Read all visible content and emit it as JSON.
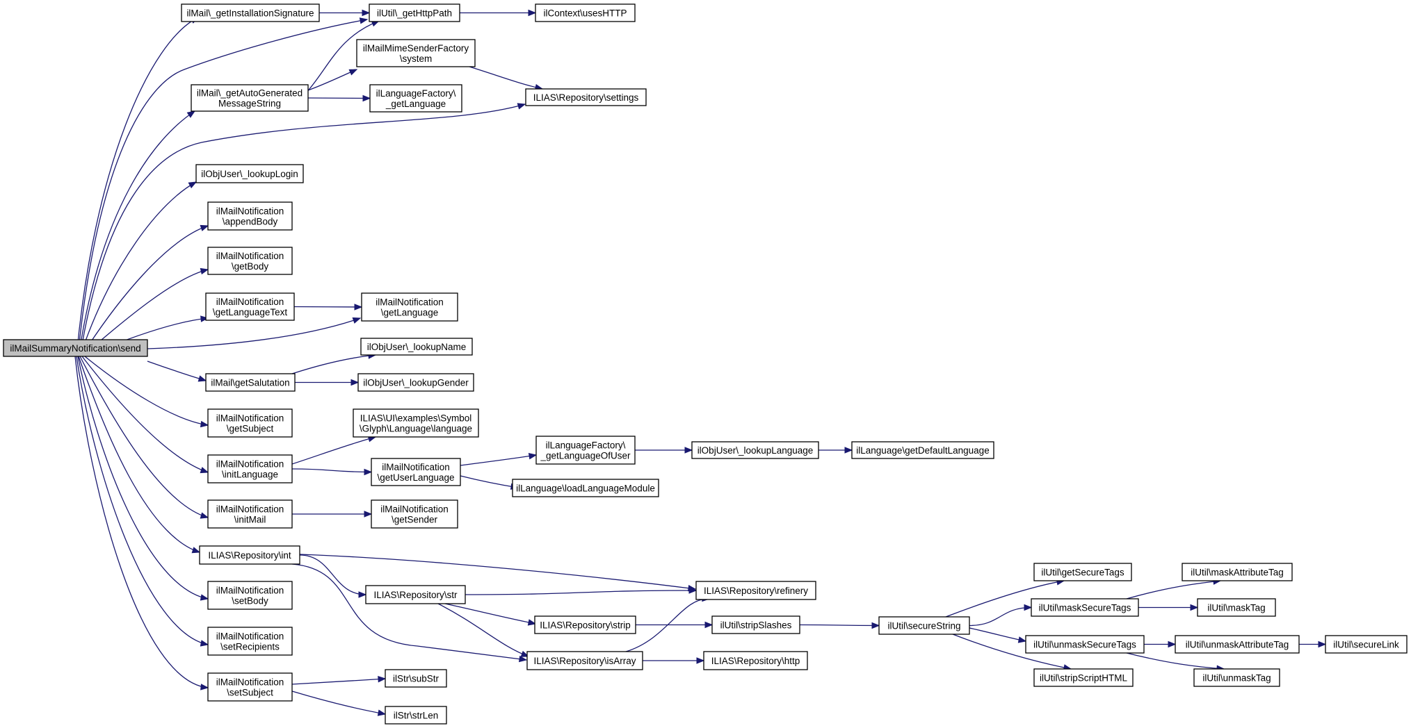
{
  "nodes": [
    {
      "id": "root",
      "lines": [
        "ilMailSummaryNotification\\send"
      ],
      "root": true
    },
    {
      "id": "installSig",
      "lines": [
        "ilMail\\_getInstallationSignature"
      ]
    },
    {
      "id": "getHttpPath",
      "lines": [
        "ilUtil\\_getHttpPath"
      ]
    },
    {
      "id": "usesHTTP",
      "lines": [
        "ilContext\\usesHTTP"
      ]
    },
    {
      "id": "mimeSystem",
      "lines": [
        "ilMailMimeSenderFactory",
        "\\system"
      ]
    },
    {
      "id": "autoGen",
      "lines": [
        "ilMail\\_getAutoGenerated",
        "MessageString"
      ]
    },
    {
      "id": "langFactGet",
      "lines": [
        "ilLanguageFactory\\",
        "_getLanguage"
      ]
    },
    {
      "id": "repoSettings",
      "lines": [
        "ILIAS\\Repository\\settings"
      ]
    },
    {
      "id": "lookupLogin",
      "lines": [
        "ilObjUser\\_lookupLogin"
      ]
    },
    {
      "id": "appendBody",
      "lines": [
        "ilMailNotification",
        "\\appendBody"
      ]
    },
    {
      "id": "getBody",
      "lines": [
        "ilMailNotification",
        "\\getBody"
      ]
    },
    {
      "id": "getLangText",
      "lines": [
        "ilMailNotification",
        "\\getLanguageText"
      ]
    },
    {
      "id": "getLanguage",
      "lines": [
        "ilMailNotification",
        "\\getLanguage"
      ]
    },
    {
      "id": "lookupName",
      "lines": [
        "ilObjUser\\_lookupName"
      ]
    },
    {
      "id": "getSalutation",
      "lines": [
        "ilMail\\getSalutation"
      ]
    },
    {
      "id": "lookupGender",
      "lines": [
        "ilObjUser\\_lookupGender"
      ]
    },
    {
      "id": "getSubject",
      "lines": [
        "ilMailNotification",
        "\\getSubject"
      ]
    },
    {
      "id": "glyphLanguage",
      "lines": [
        "ILIAS\\UI\\examples\\Symbol",
        "\\Glyph\\Language\\language"
      ]
    },
    {
      "id": "langOfUser",
      "lines": [
        "ilLanguageFactory\\",
        "_getLanguageOfUser"
      ]
    },
    {
      "id": "lookupLanguage",
      "lines": [
        "ilObjUser\\_lookupLanguage"
      ]
    },
    {
      "id": "defaultLanguage",
      "lines": [
        "ilLanguage\\getDefaultLanguage"
      ]
    },
    {
      "id": "initLanguage",
      "lines": [
        "ilMailNotification",
        "\\initLanguage"
      ]
    },
    {
      "id": "getUserLanguage",
      "lines": [
        "ilMailNotification",
        "\\getUserLanguage"
      ]
    },
    {
      "id": "loadLangModule",
      "lines": [
        "ilLanguage\\loadLanguageModule"
      ]
    },
    {
      "id": "initMail",
      "lines": [
        "ilMailNotification",
        "\\initMail"
      ]
    },
    {
      "id": "getSender",
      "lines": [
        "ilMailNotification",
        "\\getSender"
      ]
    },
    {
      "id": "repoInt",
      "lines": [
        "ILIAS\\Repository\\int"
      ]
    },
    {
      "id": "getSecureTags",
      "lines": [
        "ilUtil\\getSecureTags"
      ]
    },
    {
      "id": "maskAttributeTag",
      "lines": [
        "ilUtil\\maskAttributeTag"
      ]
    },
    {
      "id": "setBody",
      "lines": [
        "ilMailNotification",
        "\\setBody"
      ]
    },
    {
      "id": "repoStr",
      "lines": [
        "ILIAS\\Repository\\str"
      ]
    },
    {
      "id": "repoRefinery",
      "lines": [
        "ILIAS\\Repository\\refinery"
      ]
    },
    {
      "id": "maskSecureTags",
      "lines": [
        "ilUtil\\maskSecureTags"
      ]
    },
    {
      "id": "maskTag",
      "lines": [
        "ilUtil\\maskTag"
      ]
    },
    {
      "id": "repoStrip",
      "lines": [
        "ILIAS\\Repository\\strip"
      ]
    },
    {
      "id": "stripSlashes",
      "lines": [
        "ilUtil\\stripSlashes"
      ]
    },
    {
      "id": "secureString",
      "lines": [
        "ilUtil\\secureString"
      ]
    },
    {
      "id": "setRecipients",
      "lines": [
        "ilMailNotification",
        "\\setRecipients"
      ]
    },
    {
      "id": "unmaskSecureTags",
      "lines": [
        "ilUtil\\unmaskSecureTags"
      ]
    },
    {
      "id": "unmaskAttributeTag",
      "lines": [
        "ilUtil\\unmaskAttributeTag"
      ]
    },
    {
      "id": "secureLink",
      "lines": [
        "ilUtil\\secureLink"
      ]
    },
    {
      "id": "repoIsArray",
      "lines": [
        "ILIAS\\Repository\\isArray"
      ]
    },
    {
      "id": "repoHttp",
      "lines": [
        "ILIAS\\Repository\\http"
      ]
    },
    {
      "id": "stripScriptHTML",
      "lines": [
        "ilUtil\\stripScriptHTML"
      ]
    },
    {
      "id": "unmaskTag",
      "lines": [
        "ilUtil\\unmaskTag"
      ]
    },
    {
      "id": "setSubject",
      "lines": [
        "ilMailNotification",
        "\\setSubject"
      ]
    },
    {
      "id": "subStr",
      "lines": [
        "ilStr\\subStr"
      ]
    },
    {
      "id": "strLen",
      "lines": [
        "ilStr\\strLen"
      ]
    }
  ],
  "edges": [
    [
      "root",
      "installSig"
    ],
    [
      "root",
      "getHttpPath"
    ],
    [
      "root",
      "autoGen"
    ],
    [
      "root",
      "repoSettings"
    ],
    [
      "root",
      "lookupLogin"
    ],
    [
      "root",
      "appendBody"
    ],
    [
      "root",
      "getBody"
    ],
    [
      "root",
      "getLangText"
    ],
    [
      "root",
      "getLanguage"
    ],
    [
      "root",
      "getSalutation"
    ],
    [
      "root",
      "getSubject"
    ],
    [
      "root",
      "initLanguage"
    ],
    [
      "root",
      "initMail"
    ],
    [
      "root",
      "repoInt"
    ],
    [
      "root",
      "setBody"
    ],
    [
      "root",
      "setRecipients"
    ],
    [
      "root",
      "setSubject"
    ],
    [
      "installSig",
      "getHttpPath"
    ],
    [
      "getHttpPath",
      "usesHTTP"
    ],
    [
      "autoGen",
      "getHttpPath"
    ],
    [
      "autoGen",
      "mimeSystem"
    ],
    [
      "autoGen",
      "langFactGet"
    ],
    [
      "mimeSystem",
      "repoSettings"
    ],
    [
      "getLangText",
      "getLanguage"
    ],
    [
      "getSalutation",
      "lookupName"
    ],
    [
      "getSalutation",
      "lookupGender"
    ],
    [
      "initLanguage",
      "glyphLanguage"
    ],
    [
      "initLanguage",
      "getUserLanguage"
    ],
    [
      "getUserLanguage",
      "langOfUser"
    ],
    [
      "getUserLanguage",
      "loadLangModule"
    ],
    [
      "langOfUser",
      "lookupLanguage"
    ],
    [
      "lookupLanguage",
      "defaultLanguage"
    ],
    [
      "initMail",
      "getSender"
    ],
    [
      "repoInt",
      "repoRefinery"
    ],
    [
      "repoInt",
      "repoStr"
    ],
    [
      "repoInt",
      "repoIsArray"
    ],
    [
      "repoStr",
      "repoRefinery"
    ],
    [
      "repoStr",
      "repoStrip"
    ],
    [
      "repoStr",
      "repoIsArray"
    ],
    [
      "repoStrip",
      "stripSlashes"
    ],
    [
      "stripSlashes",
      "secureString"
    ],
    [
      "repoIsArray",
      "repoRefinery"
    ],
    [
      "repoIsArray",
      "repoHttp"
    ],
    [
      "secureString",
      "getSecureTags"
    ],
    [
      "secureString",
      "maskSecureTags"
    ],
    [
      "secureString",
      "unmaskSecureTags"
    ],
    [
      "secureString",
      "stripScriptHTML"
    ],
    [
      "maskSecureTags",
      "maskAttributeTag"
    ],
    [
      "maskSecureTags",
      "maskTag"
    ],
    [
      "unmaskSecureTags",
      "unmaskAttributeTag"
    ],
    [
      "unmaskSecureTags",
      "unmaskTag"
    ],
    [
      "unmaskAttributeTag",
      "secureLink"
    ],
    [
      "setSubject",
      "subStr"
    ],
    [
      "setSubject",
      "strLen"
    ]
  ]
}
